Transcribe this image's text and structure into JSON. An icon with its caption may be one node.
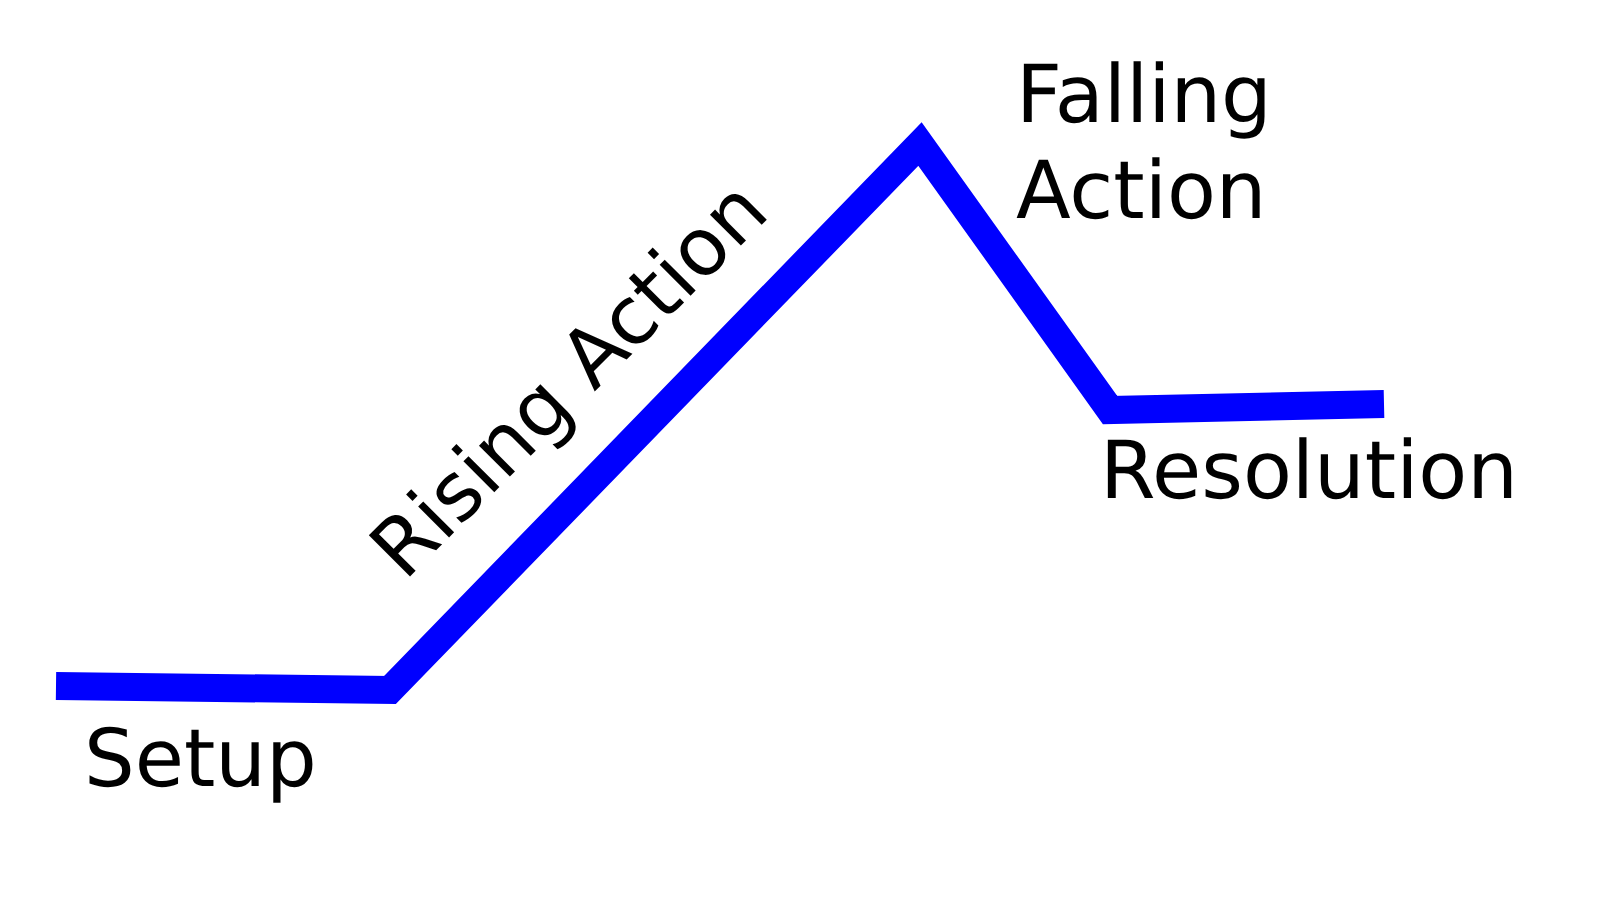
{
  "diagram": {
    "labels": [
      "Setup",
      "Rising Action",
      "Falling Action",
      "Resolution"
    ]
  }
}
